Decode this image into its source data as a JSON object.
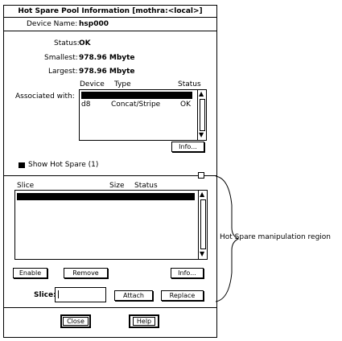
{
  "window": {
    "title": "Hot Spare Pool Information [mothra:<local>]"
  },
  "device": {
    "label": "Device Name:",
    "value": "hsp000"
  },
  "info": {
    "status_label": "Status:",
    "status_value": "OK",
    "smallest_label": "Smallest:",
    "smallest_value": "978.96 Mbyte",
    "largest_label": "Largest:",
    "largest_value": "978.96 Mbyte"
  },
  "associated": {
    "label": "Associated with:",
    "columns": [
      "Device",
      "Type",
      "Status"
    ],
    "rows": [
      {
        "device": "d8",
        "type": "Concat/Stripe",
        "status": "OK"
      }
    ],
    "info_button": "Info..."
  },
  "hot_spare": {
    "toggle_label": "Show Hot Spare (1)",
    "columns": [
      "Slice",
      "Size",
      "Status"
    ],
    "enable_button": "Enable",
    "remove_button": "Remove",
    "info_button": "Info...",
    "slice_label": "Slice:",
    "slice_value": "",
    "attach_button": "Attach",
    "replace_button": "Replace"
  },
  "footer": {
    "close_button": "Close",
    "help_button": "Help"
  },
  "annotation": {
    "label": "Hot Spare manipulation region"
  }
}
